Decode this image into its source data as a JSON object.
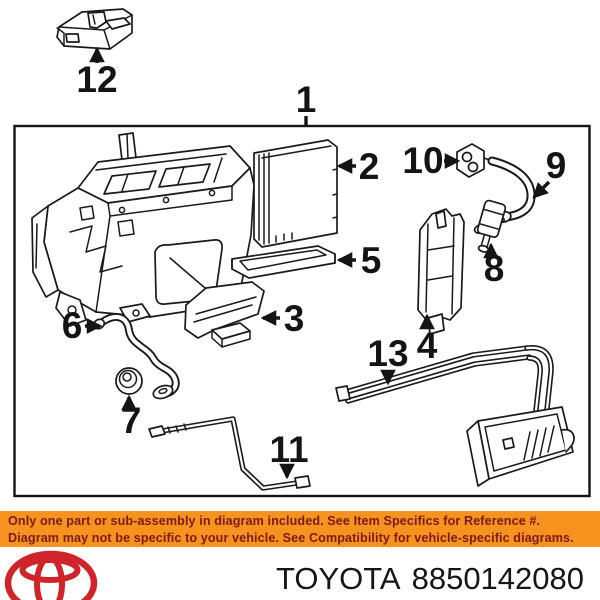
{
  "diagram": {
    "description": "exploded-parts-line-drawing",
    "callouts": {
      "c1": "1",
      "c2": "2",
      "c3": "3",
      "c4": "4",
      "c5": "5",
      "c6": "6",
      "c7": "7",
      "c8": "8",
      "c9": "9",
      "c10": "10",
      "c11": "11",
      "c12": "12",
      "c13": "13"
    }
  },
  "banner": {
    "line1": "Only one part or sub-assembly in diagram included. See Item Specifics for Reference #.",
    "line2": "Diagram may not be specific to your vehicle. See Compatibility for vehicle-specific diagrams.",
    "background_color": "#f6921e",
    "text_color": "#7d1b10"
  },
  "footer": {
    "brand": "TOYOTA",
    "part_number": "8850142080",
    "logo_color": "#d1232a",
    "text_color": "#161616"
  }
}
